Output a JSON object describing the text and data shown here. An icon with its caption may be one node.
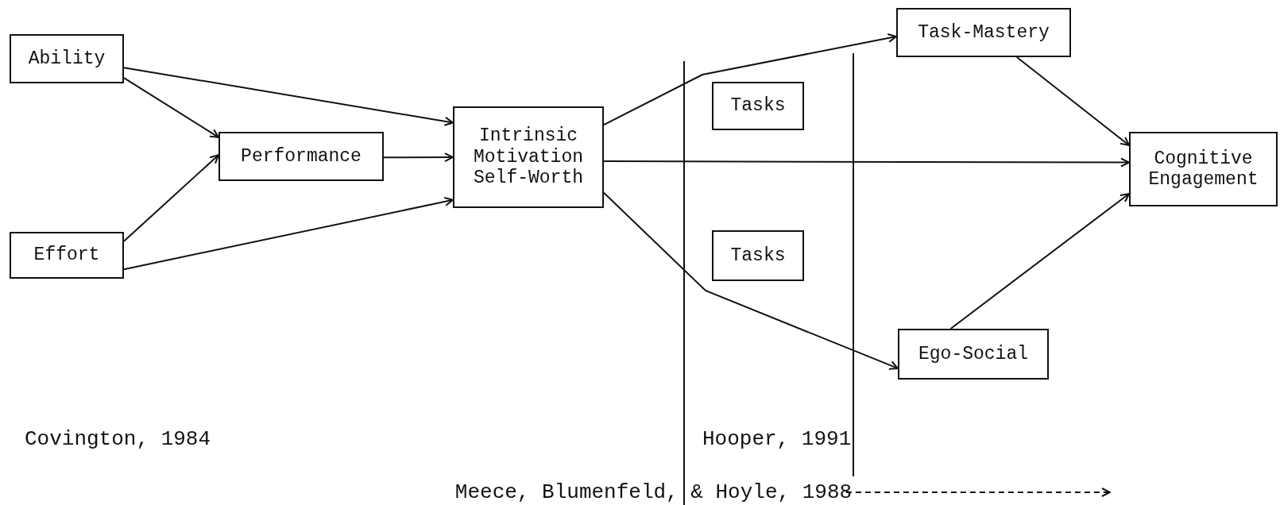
{
  "diagram": {
    "nodes": [
      {
        "text": [
          "Ability"
        ]
      },
      {
        "text": [
          "Performance"
        ]
      },
      {
        "text": [
          "Effort"
        ]
      },
      {
        "text": [
          "Intrinsic Motivation Self-Worth"
        ]
      },
      {
        "text": [
          "Tasks"
        ]
      },
      {
        "text": [
          "Tasks"
        ]
      },
      {
        "text": [
          "Task-Mastery"
        ]
      },
      {
        "text": [
          "Cognitive Engagement"
        ]
      },
      {
        "text": [
          "Ego-Social"
        ]
      },
      {
        "text": [
          "Meece, Blumenfeld, & Hoyle, 1988"
        ]
      }
    ],
    "edges": [
      {
        "from": 0,
        "to": 3,
        "arrow": "to"
      },
      {
        "from": 0,
        "to": 1,
        "arrow": "to"
      },
      {
        "from": 2,
        "to": 1,
        "arrow": "to"
      },
      {
        "from": 2,
        "to": 3,
        "arrow": "to"
      },
      {
        "from": 1,
        "to": 3,
        "arrow": "to"
      },
      {
        "from": 3,
        "to": 6,
        "arrow": "to"
      },
      {
        "from": 3,
        "to": 7,
        "arrow": "to"
      },
      {
        "from": 3,
        "to": 8,
        "arrow": "to"
      },
      {
        "from": 6,
        "to": 7,
        "arrow": "to"
      },
      {
        "from": 8,
        "to": 7,
        "arrow": "to"
      },
      {
        "from": 9,
        "to": null,
        "arrow": "to",
        "style": "dashed"
      }
    ],
    "labels": [
      "Covington, 1984",
      "Hooper, 1991"
    ]
  }
}
